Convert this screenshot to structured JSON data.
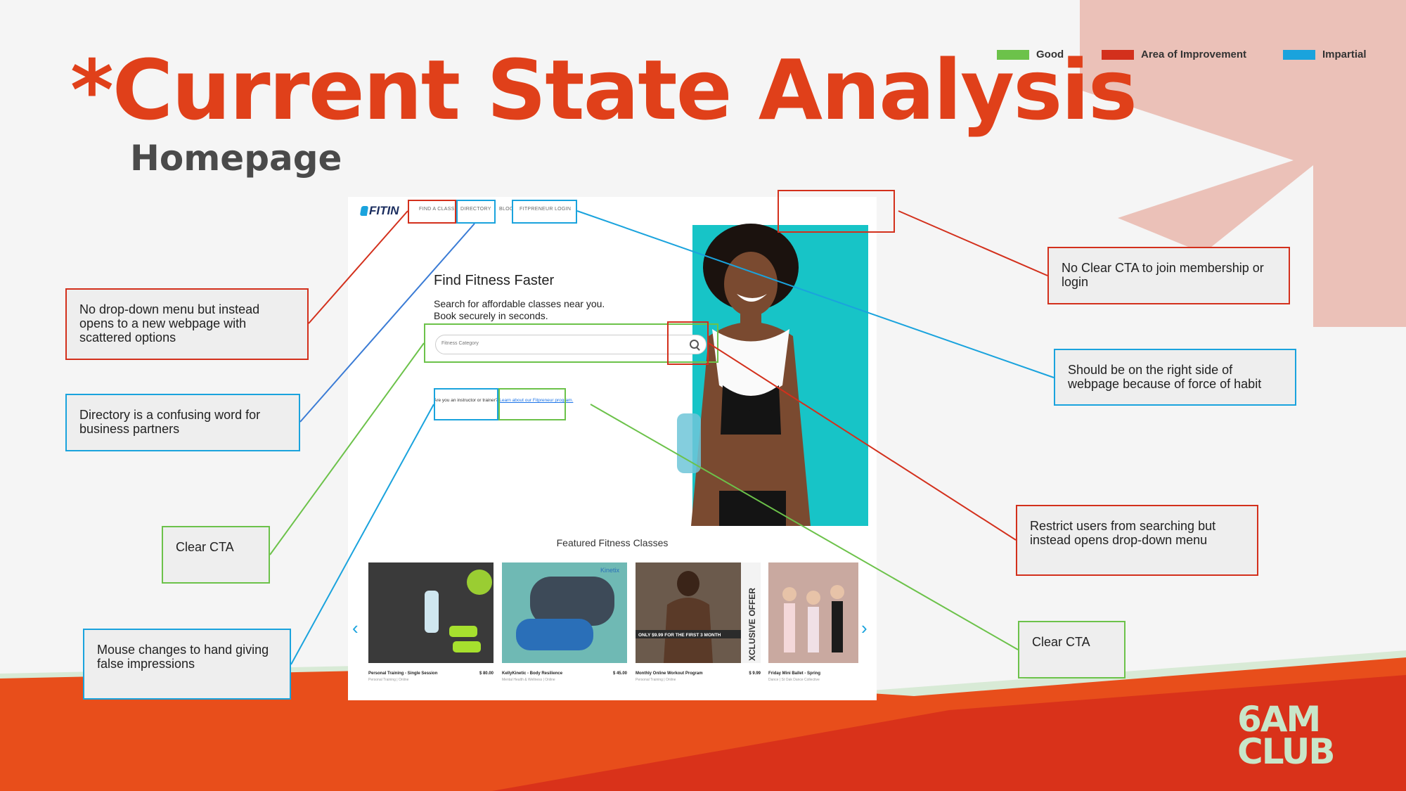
{
  "slide": {
    "title": "*Current State Analysis",
    "subtitle": "Homepage"
  },
  "legend": [
    {
      "label": "Good",
      "color": "#6cc24a"
    },
    {
      "label": "Area of Improvement",
      "color": "#d3301c"
    },
    {
      "label": "Impartial",
      "color": "#1aa3dd"
    }
  ],
  "notes": {
    "dropdown": "No drop-down menu but instead opens to a new webpage with scattered options",
    "directory": "Directory is a confusing word for business partners",
    "clear_cta_left": "Clear CTA",
    "mouse": "Mouse changes to hand giving false impressions",
    "membership": "No Clear CTA to join membership or login",
    "right_side": "Should be on the right side of webpage because of force of habit",
    "restrict": "Restrict users from searching but instead opens drop-down menu",
    "clear_cta_right": "Clear CTA"
  },
  "screenshot": {
    "logo": "FITIN",
    "nav": [
      "FIND A CLASS",
      "DIRECTORY",
      "BLOG",
      "FITPRENEUR LOGIN"
    ],
    "hero_title": "Find Fitness Faster",
    "hero_line1": "Search for affordable classes near you.",
    "hero_line2": "Book securely in seconds.",
    "search_placeholder": "Fitness Category",
    "instructor_text": "Are you an instructor or trainer?",
    "instructor_link": "Learn about our Fitpreneur program.",
    "featured_title": "Featured Fitness Classes",
    "cards": [
      {
        "name": "Personal Training - Single Session",
        "price": "$ 80.00",
        "sub": "Personal Training | Online"
      },
      {
        "name": "KellyKinetic - Body Resilience",
        "price": "$ 45.00",
        "sub": "Mental Health & Wellness | Online"
      },
      {
        "name": "Monthly Online Workout Program",
        "price": "$ 9.99",
        "sub": "Personal Training | Online"
      },
      {
        "name": "Friday Mini Ballet - Spring",
        "price": "",
        "sub": "Dance | St Oak Dance Collective"
      }
    ],
    "card2_brand": "Kinetix",
    "card3_banner": "ONLY $9.99 FOR THE FIRST 3 MONTH",
    "card3_side": "XCLUSIVE OFFER"
  },
  "brand": {
    "line1": "6AM",
    "line2": "CLUB"
  }
}
